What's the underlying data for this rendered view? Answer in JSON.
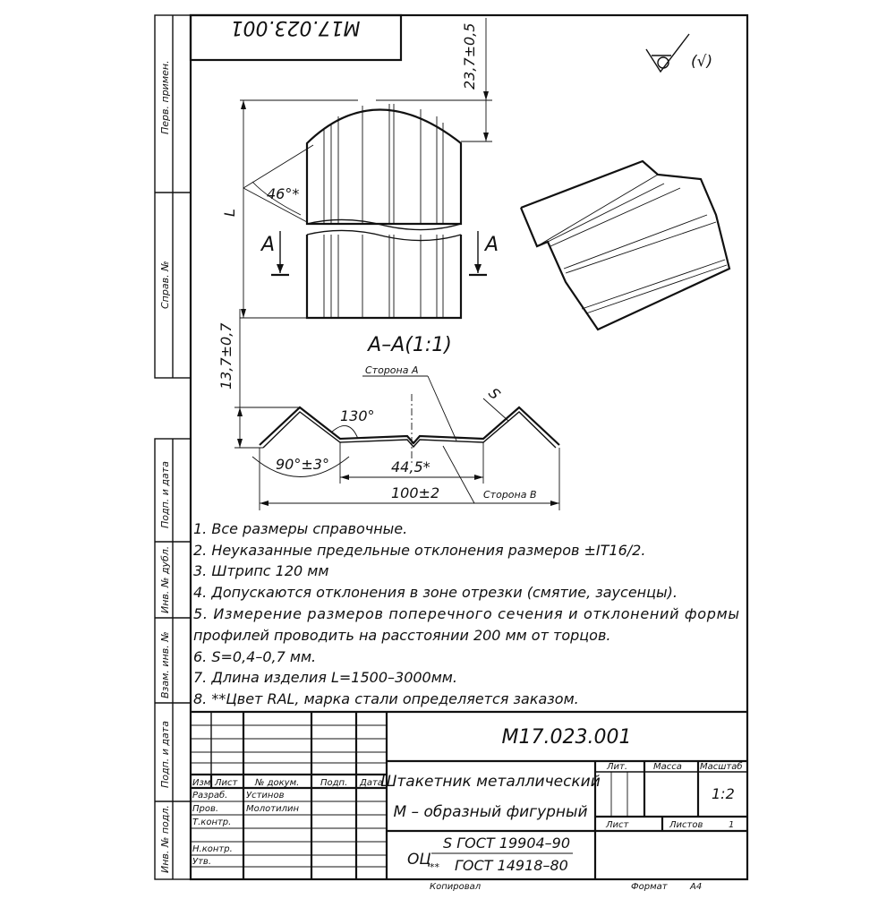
{
  "drawing": {
    "code_rotated": "М17.023.001",
    "dim_height_top": "23,7±0,5",
    "dim_length": "L",
    "angle_top": "46°*",
    "section_letter_left": "А",
    "section_letter_right": "А",
    "section_title": "А–А(1:1)",
    "dim_section_height": "13,7±0,7",
    "side_a": "Сторона А",
    "side_b": "Сторона В",
    "thickness_label": "S",
    "angle_130": "130°",
    "angle_90": "90°±3°",
    "dim_44": "44,5*",
    "dim_100": "100±2",
    "roughness": "(√)"
  },
  "side_labels": {
    "perv_primen": "Перв. примен.",
    "sprav": "Справ. №",
    "podp_data_1": "Подп. и дата",
    "inv_dubl": "Инв. № дубл.",
    "vzam_inv": "Взам. инв. №",
    "podp_data_2": "Подп. и дата",
    "inv_podl": "Инв. № подл."
  },
  "notes": [
    "1. Все размеры справочные.",
    "2. Неуказанные предельные отклонения размеров ±IT16/2.",
    "3. Штрипс 120 мм",
    "4. Допускаются отклонения в зоне отрезки (смятие, заусенцы).",
    "5. Измерение размеров поперечного сечения и отклонений формы",
    "профилей проводить на расстоянии 200 мм от торцов.",
    "6. S=0,4–0,7 мм.",
    "7. Длина изделия L=1500–3000мм.",
    "8. **Цвет RAL, марка стали определяется заказом."
  ],
  "title_block": {
    "doc_code": "М17.023.001",
    "product_line1": "Штакетник металлический",
    "product_line2": "М – образный фигурный",
    "material_prefix": "ОЦ",
    "material_star": "**",
    "material_line1": "S ГОСТ 19904–90",
    "material_line2": "ГОСТ 14918–80",
    "col_izm": "Изм.",
    "col_list": "Лист",
    "col_doc": "№ докум.",
    "col_podp": "Подп.",
    "col_data": "Дата",
    "row_razrab": "Разраб.",
    "row_prov": "Пров.",
    "row_tkontr": "Т.контр.",
    "row_nkontr": "Н.контр.",
    "row_utv": "Утв.",
    "name_razrab": "Устинов",
    "name_prov": "Молотилин",
    "hdr_lit": "Лит.",
    "hdr_massa": "Масса",
    "hdr_masshtab": "Масштаб",
    "scale": "1:2",
    "list_label": "Лист",
    "listov_label": "Листов",
    "listov_value": "1",
    "kopiroval": "Копировал",
    "format_label": "Формат",
    "format_value": "А4"
  }
}
